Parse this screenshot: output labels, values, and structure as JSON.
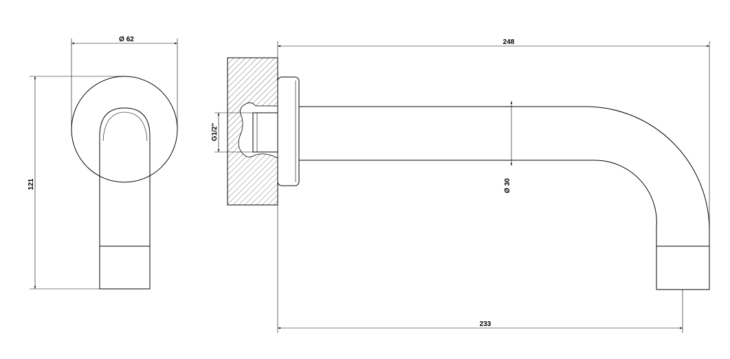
{
  "drawing": {
    "dimensions": {
      "flange_diameter": "Ø 62",
      "height": "121",
      "overall_length": "248",
      "projection": "233",
      "pipe_diameter": "Ø 30",
      "thread": "G1/2\""
    }
  }
}
